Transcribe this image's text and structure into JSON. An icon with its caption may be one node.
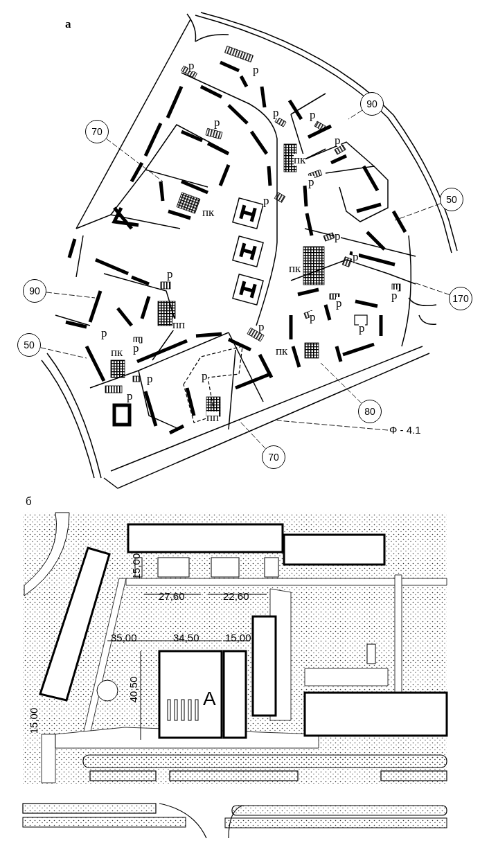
{
  "diagram": {
    "nodes": [
      {
        "text": [
          "70"
        ]
      },
      {
        "text": [
          "90"
        ]
      },
      {
        "text": [
          "50"
        ]
      },
      {
        "text": [
          "90"
        ]
      },
      {
        "text": [
          "50"
        ]
      },
      {
        "text": [
          "170"
        ]
      },
      {
        "text": [
          "80"
        ]
      },
      {
        "text": [
          "Ф - 4.1"
        ]
      },
      {
        "text": [
          "70"
        ]
      }
    ],
    "edges": [
      {
        "from": 0,
        "to": null,
        "arrow": "none"
      },
      {
        "from": 1,
        "to": null,
        "arrow": "none"
      },
      {
        "from": 2,
        "to": null,
        "arrow": "none"
      },
      {
        "from": 3,
        "to": null,
        "arrow": "none"
      },
      {
        "from": 4,
        "to": null,
        "arrow": "none"
      },
      {
        "from": 5,
        "to": null,
        "arrow": "none"
      },
      {
        "from": 6,
        "to": null,
        "arrow": "none"
      },
      {
        "from": 7,
        "to": null,
        "arrow": "none"
      },
      {
        "from": 8,
        "to": null,
        "arrow": "none"
      }
    ],
    "labels": [
      "а",
      "р",
      "р",
      "р",
      "р",
      "р",
      "р",
      "пк",
      "р",
      "пк",
      "р",
      "р",
      "р",
      "пк",
      "р",
      "р",
      "р",
      "р",
      "р",
      "р",
      "пп",
      "р",
      "р",
      "пк",
      "пк",
      "р",
      "р",
      "р",
      "пп",
      "б",
      "15,00",
      "27,60",
      "22,60",
      "35,00",
      "34,50",
      "15,00",
      "40,50",
      "А",
      "15,00"
    ]
  }
}
